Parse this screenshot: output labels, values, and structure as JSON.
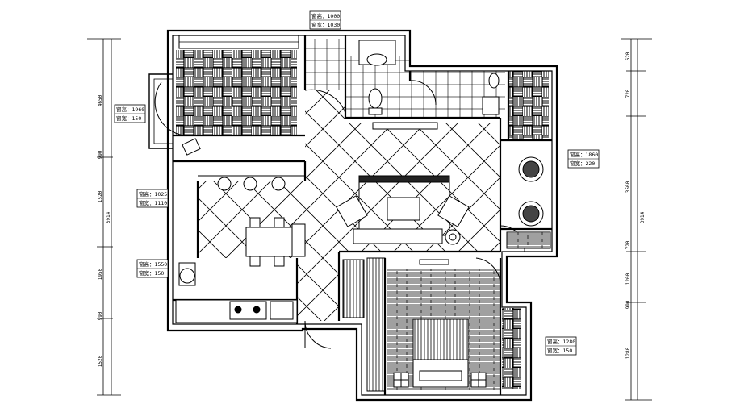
{
  "drawing": {
    "room_tags": [
      {
        "id": "tag_bath",
        "line1": "窗高：1000",
        "line2": "窗宽：1030"
      },
      {
        "id": "tag_bedroom2",
        "line1": "窗高：1960",
        "line2": "窗宽：150"
      },
      {
        "id": "tag_dining",
        "line1": "窗高：1025",
        "line2": "窗宽：1110"
      },
      {
        "id": "tag_kitchen",
        "line1": "窗高：1550",
        "line2": "窗宽：150"
      },
      {
        "id": "tag_balcony",
        "line1": "窗高：1860",
        "line2": "窗宽：220"
      },
      {
        "id": "tag_master",
        "line1": "窗高：1280",
        "line2": "窗宽：150"
      }
    ],
    "left_dims": [
      "4650",
      "990",
      "1520",
      "1950",
      "990",
      "1520",
      "3914"
    ],
    "right_dims": [
      "620",
      "720",
      "3560",
      "720",
      "1200",
      "990",
      "3914",
      "1280"
    ],
    "colors": {
      "line": "#000000",
      "paper": "#ffffff",
      "hatch": "#111111"
    }
  }
}
